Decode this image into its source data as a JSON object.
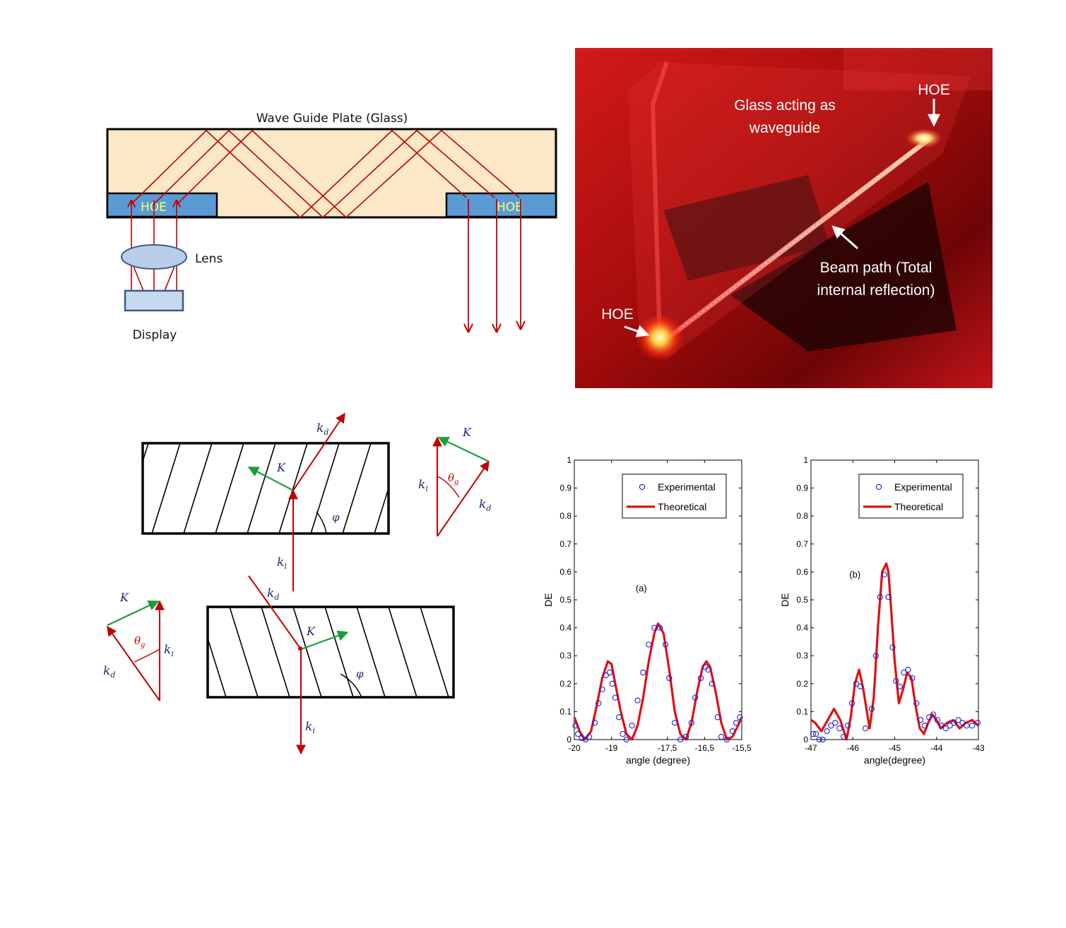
{
  "waveguide": {
    "title": "Wave Guide Plate (Glass)",
    "hoe_left": "HOE",
    "hoe_right": "HOE",
    "lens": "Lens",
    "display": "Display",
    "colors": {
      "glass": "#fbe8c6",
      "hoe": "#5b9bd5",
      "ray": "#c00000",
      "hoe_text": "#ffff66"
    }
  },
  "photo": {
    "label_glass_1": "Glass acting as",
    "label_glass_2": "waveguide",
    "label_hoe_top": "HOE",
    "label_hoe_bottom": "HOE",
    "label_beam_1": "Beam path (Total",
    "label_beam_2": "internal reflection)"
  },
  "grating": {
    "kd": "k",
    "kd_sub": "d",
    "ki": "k",
    "ki_sub": "i",
    "K": "K",
    "theta": "θ",
    "theta_sub": "g",
    "phi": "φ",
    "colors": {
      "ray": "#c00000",
      "grating_vector": "#1a9e3a",
      "theta": "#c00000",
      "text": "#1f2a6b"
    }
  },
  "chart_data": [
    {
      "type": "scatter",
      "panel_label": "(a)",
      "xlabel": "angle (degree)",
      "ylabel": "DE",
      "xlim": [
        -20,
        -15.5
      ],
      "ylim": [
        0,
        1
      ],
      "xticks": [
        -20,
        -19,
        -17.5,
        -16.5,
        -15.5
      ],
      "xtick_labels": [
        "-20",
        "-19",
        "-17,5",
        "-16,5",
        "-15,5"
      ],
      "yticks": [
        0,
        0.1,
        0.2,
        0.3,
        0.4,
        0.5,
        0.6,
        0.7,
        0.8,
        0.9,
        1
      ],
      "ytick_labels": [
        "0",
        "0.1",
        "0.2",
        "0.3",
        "0.4",
        "0.5",
        "0.6",
        "0.7",
        "0.8",
        "0.9",
        "1"
      ],
      "legend": "top-right",
      "series": [
        {
          "name": "Experimental",
          "marker": "circle",
          "color": "#2020d0",
          "x": [
            -19.97,
            -19.9,
            -19.8,
            -19.7,
            -19.6,
            -19.45,
            -19.35,
            -19.25,
            -19.15,
            -19.05,
            -18.98,
            -18.9,
            -18.8,
            -18.7,
            -18.6,
            -18.45,
            -18.3,
            -18.15,
            -18.0,
            -17.85,
            -17.7,
            -17.55,
            -17.45,
            -17.3,
            -17.15,
            -17.0,
            -16.85,
            -16.75,
            -16.6,
            -16.48,
            -16.4,
            -16.3,
            -16.15,
            -16.05,
            -15.9,
            -15.75,
            -15.65,
            -15.55
          ],
          "y": [
            0.05,
            0.02,
            0.005,
            0.0,
            0.01,
            0.06,
            0.13,
            0.18,
            0.23,
            0.24,
            0.2,
            0.15,
            0.08,
            0.02,
            0.0,
            0.05,
            0.14,
            0.24,
            0.34,
            0.4,
            0.4,
            0.34,
            0.22,
            0.06,
            0.0,
            0.01,
            0.06,
            0.15,
            0.22,
            0.26,
            0.25,
            0.2,
            0.08,
            0.01,
            0.0,
            0.03,
            0.06,
            0.08
          ]
        },
        {
          "name": "Theoretical",
          "line": "solid",
          "color": "#e01010",
          "x": [
            -20.0,
            -19.86,
            -19.72,
            -19.55,
            -19.4,
            -19.25,
            -19.1,
            -19.0,
            -18.9,
            -18.75,
            -18.6,
            -18.45,
            -18.3,
            -18.15,
            -18.0,
            -17.85,
            -17.75,
            -17.6,
            -17.45,
            -17.3,
            -17.15,
            -17.0,
            -16.85,
            -16.7,
            -16.55,
            -16.45,
            -16.35,
            -16.2,
            -16.05,
            -15.9,
            -15.75,
            -15.6,
            -15.5
          ],
          "y": [
            0.08,
            0.03,
            0.0,
            0.03,
            0.12,
            0.22,
            0.28,
            0.27,
            0.2,
            0.1,
            0.02,
            0.0,
            0.05,
            0.15,
            0.28,
            0.38,
            0.415,
            0.38,
            0.25,
            0.1,
            0.02,
            0.0,
            0.06,
            0.17,
            0.26,
            0.28,
            0.26,
            0.17,
            0.06,
            0.0,
            0.01,
            0.05,
            0.08
          ]
        }
      ]
    },
    {
      "type": "scatter",
      "panel_label": "(b)",
      "xlabel": "angle(degree)",
      "ylabel": "DE",
      "xlim": [
        -47,
        -43
      ],
      "ylim": [
        0,
        1
      ],
      "xticks": [
        -47,
        -46,
        -45,
        -44,
        -43
      ],
      "xtick_labels": [
        "-47",
        "-46",
        "-45",
        "-44",
        "-43"
      ],
      "yticks": [
        0,
        0.1,
        0.2,
        0.3,
        0.4,
        0.5,
        0.6,
        0.7,
        0.8,
        0.9,
        1
      ],
      "ytick_labels": [
        "0",
        "0.1",
        "0.2",
        "0.3",
        "0.4",
        "0.5",
        "0.6",
        "0.7",
        "0.8",
        "0.9",
        "1"
      ],
      "legend": "top-right",
      "series": [
        {
          "name": "Experimental",
          "marker": "circle",
          "color": "#2020d0",
          "x": [
            -46.95,
            -46.88,
            -46.8,
            -46.72,
            -46.62,
            -46.52,
            -46.42,
            -46.32,
            -46.22,
            -46.12,
            -46.02,
            -45.92,
            -45.82,
            -45.7,
            -45.55,
            -45.45,
            -45.35,
            -45.25,
            -45.15,
            -45.05,
            -44.97,
            -44.88,
            -44.78,
            -44.68,
            -44.58,
            -44.48,
            -44.38,
            -44.28,
            -44.18,
            -44.08,
            -43.98,
            -43.88,
            -43.78,
            -43.68,
            -43.58,
            -43.48,
            -43.38,
            -43.28,
            -43.15,
            -43.02
          ],
          "y": [
            0.02,
            0.02,
            0.0,
            0.0,
            0.03,
            0.05,
            0.06,
            0.04,
            0.01,
            0.05,
            0.13,
            0.2,
            0.19,
            0.04,
            0.11,
            0.3,
            0.51,
            0.59,
            0.51,
            0.33,
            0.21,
            0.19,
            0.24,
            0.25,
            0.22,
            0.13,
            0.07,
            0.05,
            0.08,
            0.09,
            0.07,
            0.05,
            0.04,
            0.05,
            0.06,
            0.07,
            0.06,
            0.05,
            0.05,
            0.06
          ]
        },
        {
          "name": "Theoretical",
          "line": "solid",
          "color": "#e01010",
          "x": [
            -47.0,
            -46.9,
            -46.75,
            -46.6,
            -46.45,
            -46.3,
            -46.15,
            -46.05,
            -45.95,
            -45.85,
            -45.75,
            -45.6,
            -45.5,
            -45.4,
            -45.3,
            -45.2,
            -45.15,
            -45.1,
            -45.0,
            -44.9,
            -44.8,
            -44.7,
            -44.6,
            -44.5,
            -44.4,
            -44.3,
            -44.2,
            -44.1,
            -44.0,
            -43.9,
            -43.75,
            -43.6,
            -43.45,
            -43.3,
            -43.15,
            -43.0
          ],
          "y": [
            0.07,
            0.06,
            0.03,
            0.07,
            0.11,
            0.07,
            0.0,
            0.08,
            0.2,
            0.25,
            0.18,
            0.04,
            0.15,
            0.4,
            0.6,
            0.63,
            0.6,
            0.5,
            0.28,
            0.13,
            0.18,
            0.24,
            0.22,
            0.12,
            0.04,
            0.02,
            0.06,
            0.09,
            0.07,
            0.04,
            0.06,
            0.07,
            0.04,
            0.06,
            0.07,
            0.05
          ]
        }
      ]
    }
  ]
}
